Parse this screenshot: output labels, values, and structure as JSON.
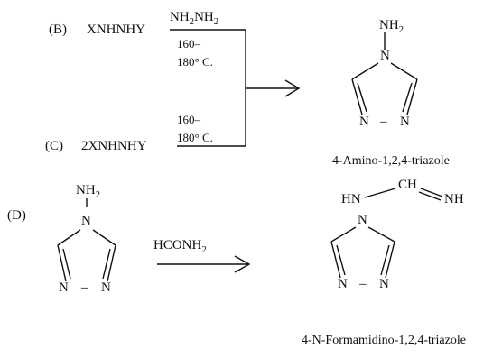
{
  "reaction_b": {
    "label": "(B)",
    "reactant": "XNHNHY",
    "reagent": "NH2NH2",
    "temp_range": "160–",
    "temp_unit": "180° C."
  },
  "reaction_c": {
    "label": "(C)",
    "reactant": "2XNHNHY",
    "temp_range": "160–",
    "temp_unit": "180° C."
  },
  "product_bc": {
    "substituent": "NH2",
    "ring_n_top": "N",
    "ring_n_left": "N",
    "ring_n_right": "N",
    "ring_bond": "–",
    "name": "4-Amino-1,2,4-triazole"
  },
  "reaction_d": {
    "label": "(D)",
    "reactant": {
      "substituent": "NH2",
      "ring_n_top": "N",
      "ring_n_left": "N",
      "ring_n_right": "N",
      "ring_bond": "–"
    },
    "reagent": "HCONH2"
  },
  "product_d": {
    "hn": "HN",
    "ch": "CH",
    "nh": "NH",
    "ring_n_top": "N",
    "ring_n_left": "N",
    "ring_n_right": "N",
    "ring_bond": "–",
    "name": "4-N-Formamidino-1,2,4-triazole"
  }
}
